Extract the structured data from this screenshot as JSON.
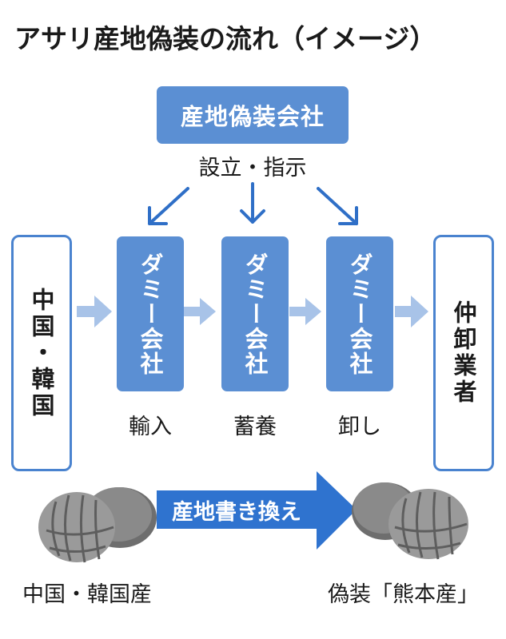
{
  "title": "アサリ産地偽装の流れ（イメージ）",
  "company_box": "産地偽装会社",
  "instruction": "設立・指示",
  "origin_box": "中国・韓国",
  "dummies": [
    {
      "label": "ダミー会社",
      "caption": "輸入"
    },
    {
      "label": "ダミー会社",
      "caption": "蓄養"
    },
    {
      "label": "ダミー会社",
      "caption": "卸し"
    }
  ],
  "wholesaler_box": "仲卸業者",
  "relabel_arrow": "産地書き換え",
  "clam_left_caption": "中国・韓国産",
  "clam_right_caption": "偽装「熊本産」",
  "colors": {
    "box_fill": "#5b8fd3",
    "arrow_blue": "#2f6fc7",
    "arrow_light": "#a8c3e8",
    "big_arrow": "#2f73cf"
  }
}
